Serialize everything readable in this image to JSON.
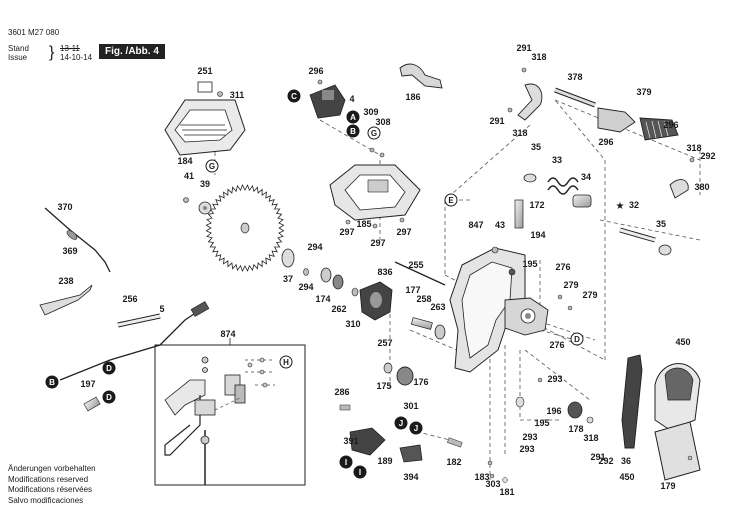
{
  "header": {
    "doc_number": "3601 M27 080",
    "stand_label": "Stand",
    "issue_label": "Issue",
    "stand_date_struck": "13-11",
    "issue_date": "14-10-14",
    "figure_tag": "Fig. /Abb. 4"
  },
  "footer": {
    "lines": [
      "Änderungen vorbehalten",
      "Modifications reserved",
      "Modifications réservées",
      "Salvo modificaciones"
    ]
  },
  "parts": [
    {
      "n": "251"
    },
    {
      "n": "311"
    },
    {
      "n": "296"
    },
    {
      "n": "4"
    },
    {
      "n": "309"
    },
    {
      "n": "308"
    },
    {
      "n": "186"
    },
    {
      "n": "291"
    },
    {
      "n": "318"
    },
    {
      "n": "378"
    },
    {
      "n": "379"
    },
    {
      "n": "184"
    },
    {
      "n": "41"
    },
    {
      "n": "39"
    },
    {
      "n": "185"
    },
    {
      "n": "297"
    },
    {
      "n": "370"
    },
    {
      "n": "369"
    },
    {
      "n": "238"
    },
    {
      "n": "256"
    },
    {
      "n": "5"
    },
    {
      "n": "874"
    },
    {
      "n": "197"
    },
    {
      "n": "294"
    },
    {
      "n": "37"
    },
    {
      "n": "174"
    },
    {
      "n": "262"
    },
    {
      "n": "836"
    },
    {
      "n": "255"
    },
    {
      "n": "177"
    },
    {
      "n": "258"
    },
    {
      "n": "263"
    },
    {
      "n": "310"
    },
    {
      "n": "257"
    },
    {
      "n": "175"
    },
    {
      "n": "176"
    },
    {
      "n": "301"
    },
    {
      "n": "286"
    },
    {
      "n": "391"
    },
    {
      "n": "189"
    },
    {
      "n": "394"
    },
    {
      "n": "182"
    },
    {
      "n": "183"
    },
    {
      "n": "303"
    },
    {
      "n": "181"
    },
    {
      "n": "35"
    },
    {
      "n": "33"
    },
    {
      "n": "34"
    },
    {
      "n": "32"
    },
    {
      "n": "380"
    },
    {
      "n": "292"
    },
    {
      "n": "172"
    },
    {
      "n": "847"
    },
    {
      "n": "43"
    },
    {
      "n": "194"
    },
    {
      "n": "195"
    },
    {
      "n": "276"
    },
    {
      "n": "279"
    },
    {
      "n": "293"
    },
    {
      "n": "196"
    },
    {
      "n": "178"
    },
    {
      "n": "36"
    },
    {
      "n": "450"
    },
    {
      "n": "179"
    }
  ],
  "star_marker": "★",
  "callouts": [
    {
      "letter": "A"
    },
    {
      "letter": "B"
    },
    {
      "letter": "C"
    },
    {
      "letter": "D"
    },
    {
      "letter": "E"
    },
    {
      "letter": "G"
    },
    {
      "letter": "H"
    },
    {
      "letter": "I"
    },
    {
      "letter": "J"
    }
  ]
}
